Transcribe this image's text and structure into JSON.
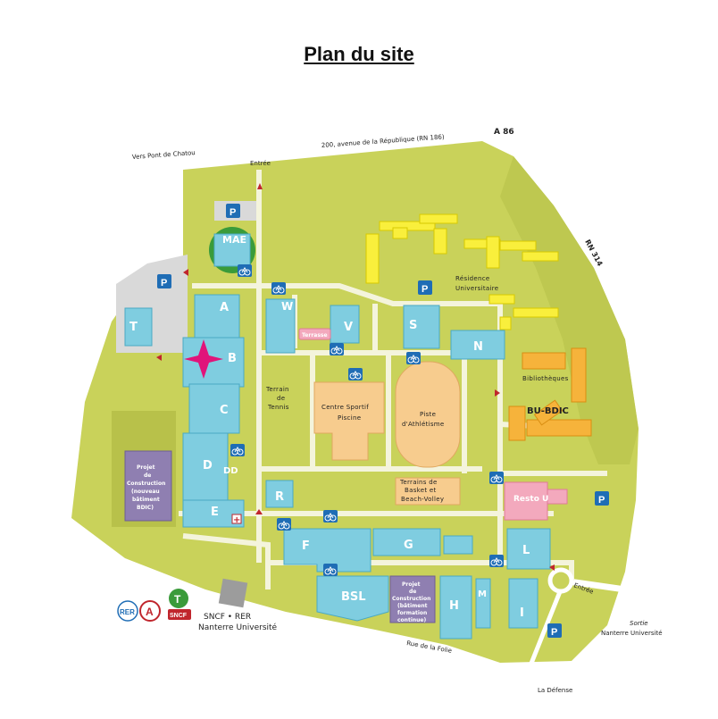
{
  "title": "Plan du site",
  "roads": {
    "a86": "A 86",
    "rn314": "RN 314",
    "vers_pont_chatou": "Vers Pont de Chatou",
    "avenue_republique": "200, avenue de la République (RN 186)",
    "rue_folie": "Rue de la Folie",
    "la_defense": "La Défense",
    "entree_top": "Entrée",
    "entree_right": "Entrée",
    "sortie": "Sortie",
    "sortie_sub": "Nanterre Université"
  },
  "buildings": {
    "A": "A",
    "B": "B",
    "C": "C",
    "D": "D",
    "DD": "DD",
    "E": "E",
    "F": "F",
    "G": "G",
    "H": "H",
    "I": "I",
    "L": "L",
    "M": "M",
    "N": "N",
    "R": "R",
    "S": "S",
    "T": "T",
    "V": "V",
    "W": "W",
    "MAE": "MAE",
    "BSL": "BSL",
    "BU": "BU-BDIC",
    "resto": "Resto U"
  },
  "labels": {
    "terrasse": "Terrasse",
    "residence_1": "Résidence",
    "residence_2": "Universitaire",
    "bibliotheques": "Bibliothèques",
    "tennis_1": "Terrain",
    "tennis_2": "de",
    "tennis_3": "Tennis",
    "sport_1": "Centre Sportif",
    "sport_2": "Piscine",
    "piste_1": "Piste",
    "piste_2": "d'Athlétisme",
    "basket_1": "Terrains de",
    "basket_2": "Basket et",
    "basket_3": "Beach-Volley",
    "projet1_1": "Projet",
    "projet1_2": "de",
    "projet1_3": "Construction",
    "projet1_4": "(nouveau",
    "projet1_5": "bâtiment",
    "projet1_6": "BDIC)",
    "projet2_1": "Projet",
    "projet2_2": "de",
    "projet2_3": "Construction",
    "projet2_4": "(bâtiment",
    "projet2_5": "formation",
    "projet2_6": "continue)",
    "sncf_1": "SNCF • RER",
    "sncf_2": "Nanterre Université"
  },
  "logos": {
    "rer": "RER",
    "rer_a": "A",
    "transilien": "T",
    "sncf": "SNCF"
  },
  "icons": {
    "parking": "P",
    "bike": "bicycle-icon",
    "first_aid": "+",
    "accessible": "wheelchair-icon",
    "you_are_here": "star-marker-icon"
  },
  "colors": {
    "campus": "#c9d25a",
    "building": "#7fcde0",
    "residence": "#f9ef3c",
    "library": "#f6b33b",
    "sport": "#f7cc8e",
    "restaurant": "#f3a9bd",
    "project": "#8f7fb1",
    "parking": "#1f6db5",
    "marker": "#e1147a"
  }
}
